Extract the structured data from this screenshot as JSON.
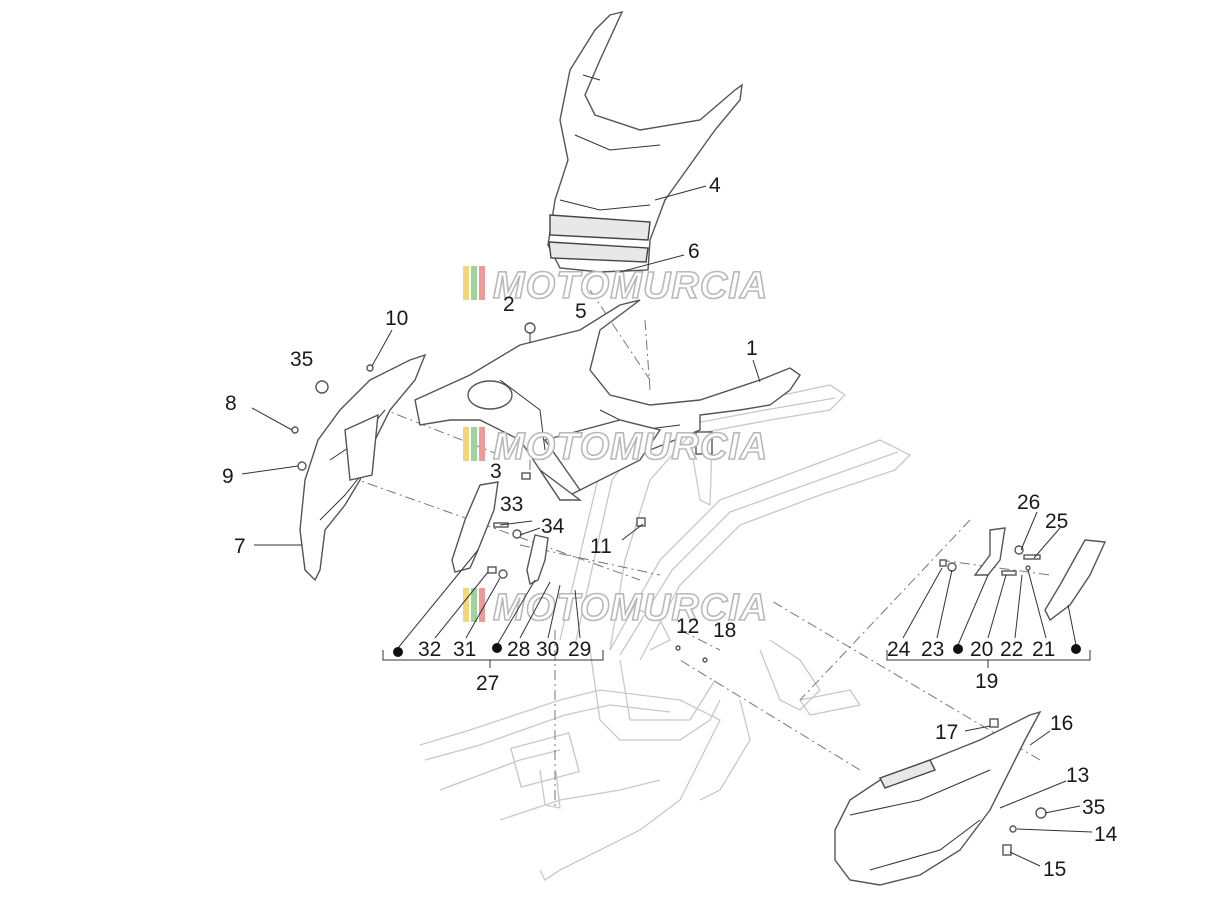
{
  "watermark": {
    "text": "MOTOMURCIA"
  },
  "callouts": [
    {
      "id": "4",
      "label": "4"
    },
    {
      "id": "6",
      "label": "6"
    },
    {
      "id": "2",
      "label": "2"
    },
    {
      "id": "5",
      "label": "5"
    },
    {
      "id": "1",
      "label": "1"
    },
    {
      "id": "10",
      "label": "10"
    },
    {
      "id": "35a",
      "label": "35"
    },
    {
      "id": "8",
      "label": "8"
    },
    {
      "id": "9",
      "label": "9"
    },
    {
      "id": "7",
      "label": "7"
    },
    {
      "id": "3",
      "label": "3"
    },
    {
      "id": "33",
      "label": "33"
    },
    {
      "id": "34",
      "label": "34"
    },
    {
      "id": "11",
      "label": "11"
    },
    {
      "id": "32",
      "label": "32"
    },
    {
      "id": "31",
      "label": "31"
    },
    {
      "id": "28",
      "label": "28"
    },
    {
      "id": "30",
      "label": "30"
    },
    {
      "id": "29",
      "label": "29"
    },
    {
      "id": "27",
      "label": "27"
    },
    {
      "id": "12",
      "label": "12"
    },
    {
      "id": "18",
      "label": "18"
    },
    {
      "id": "26",
      "label": "26"
    },
    {
      "id": "25",
      "label": "25"
    },
    {
      "id": "24",
      "label": "24"
    },
    {
      "id": "23",
      "label": "23"
    },
    {
      "id": "20",
      "label": "20"
    },
    {
      "id": "22",
      "label": "22"
    },
    {
      "id": "21",
      "label": "21"
    },
    {
      "id": "19",
      "label": "19"
    },
    {
      "id": "17",
      "label": "17"
    },
    {
      "id": "16",
      "label": "16"
    },
    {
      "id": "13",
      "label": "13"
    },
    {
      "id": "35b",
      "label": "35"
    },
    {
      "id": "14",
      "label": "14"
    },
    {
      "id": "15",
      "label": "15"
    }
  ]
}
